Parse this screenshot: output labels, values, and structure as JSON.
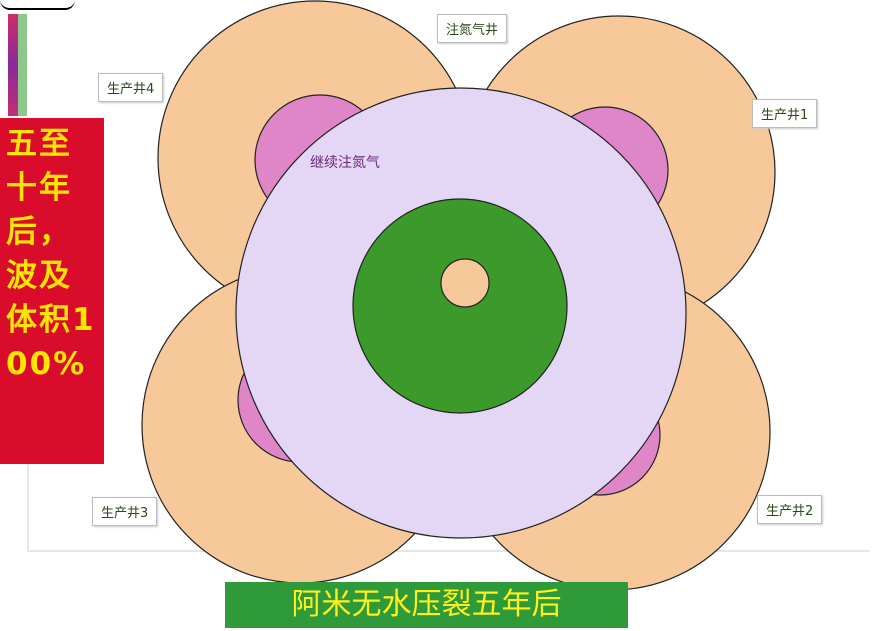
{
  "wells": {
    "injection": "注氮气井",
    "producer1": "生产井1",
    "producer2": "生产井2",
    "producer3": "生产井3",
    "producer4": "生产井4"
  },
  "inner_label": "继续注氮气",
  "side_note": "五至十年后，波及体积100%",
  "banner": "阿米无水压裂五年后",
  "colors": {
    "sweep": "#f6c89a",
    "pink": "#df86c8",
    "lavender": "#e4d6f5",
    "green": "#3b9a2a",
    "red": "#d90d2b",
    "banner": "#2f9a3a",
    "text_yellow": "#ffe600"
  }
}
